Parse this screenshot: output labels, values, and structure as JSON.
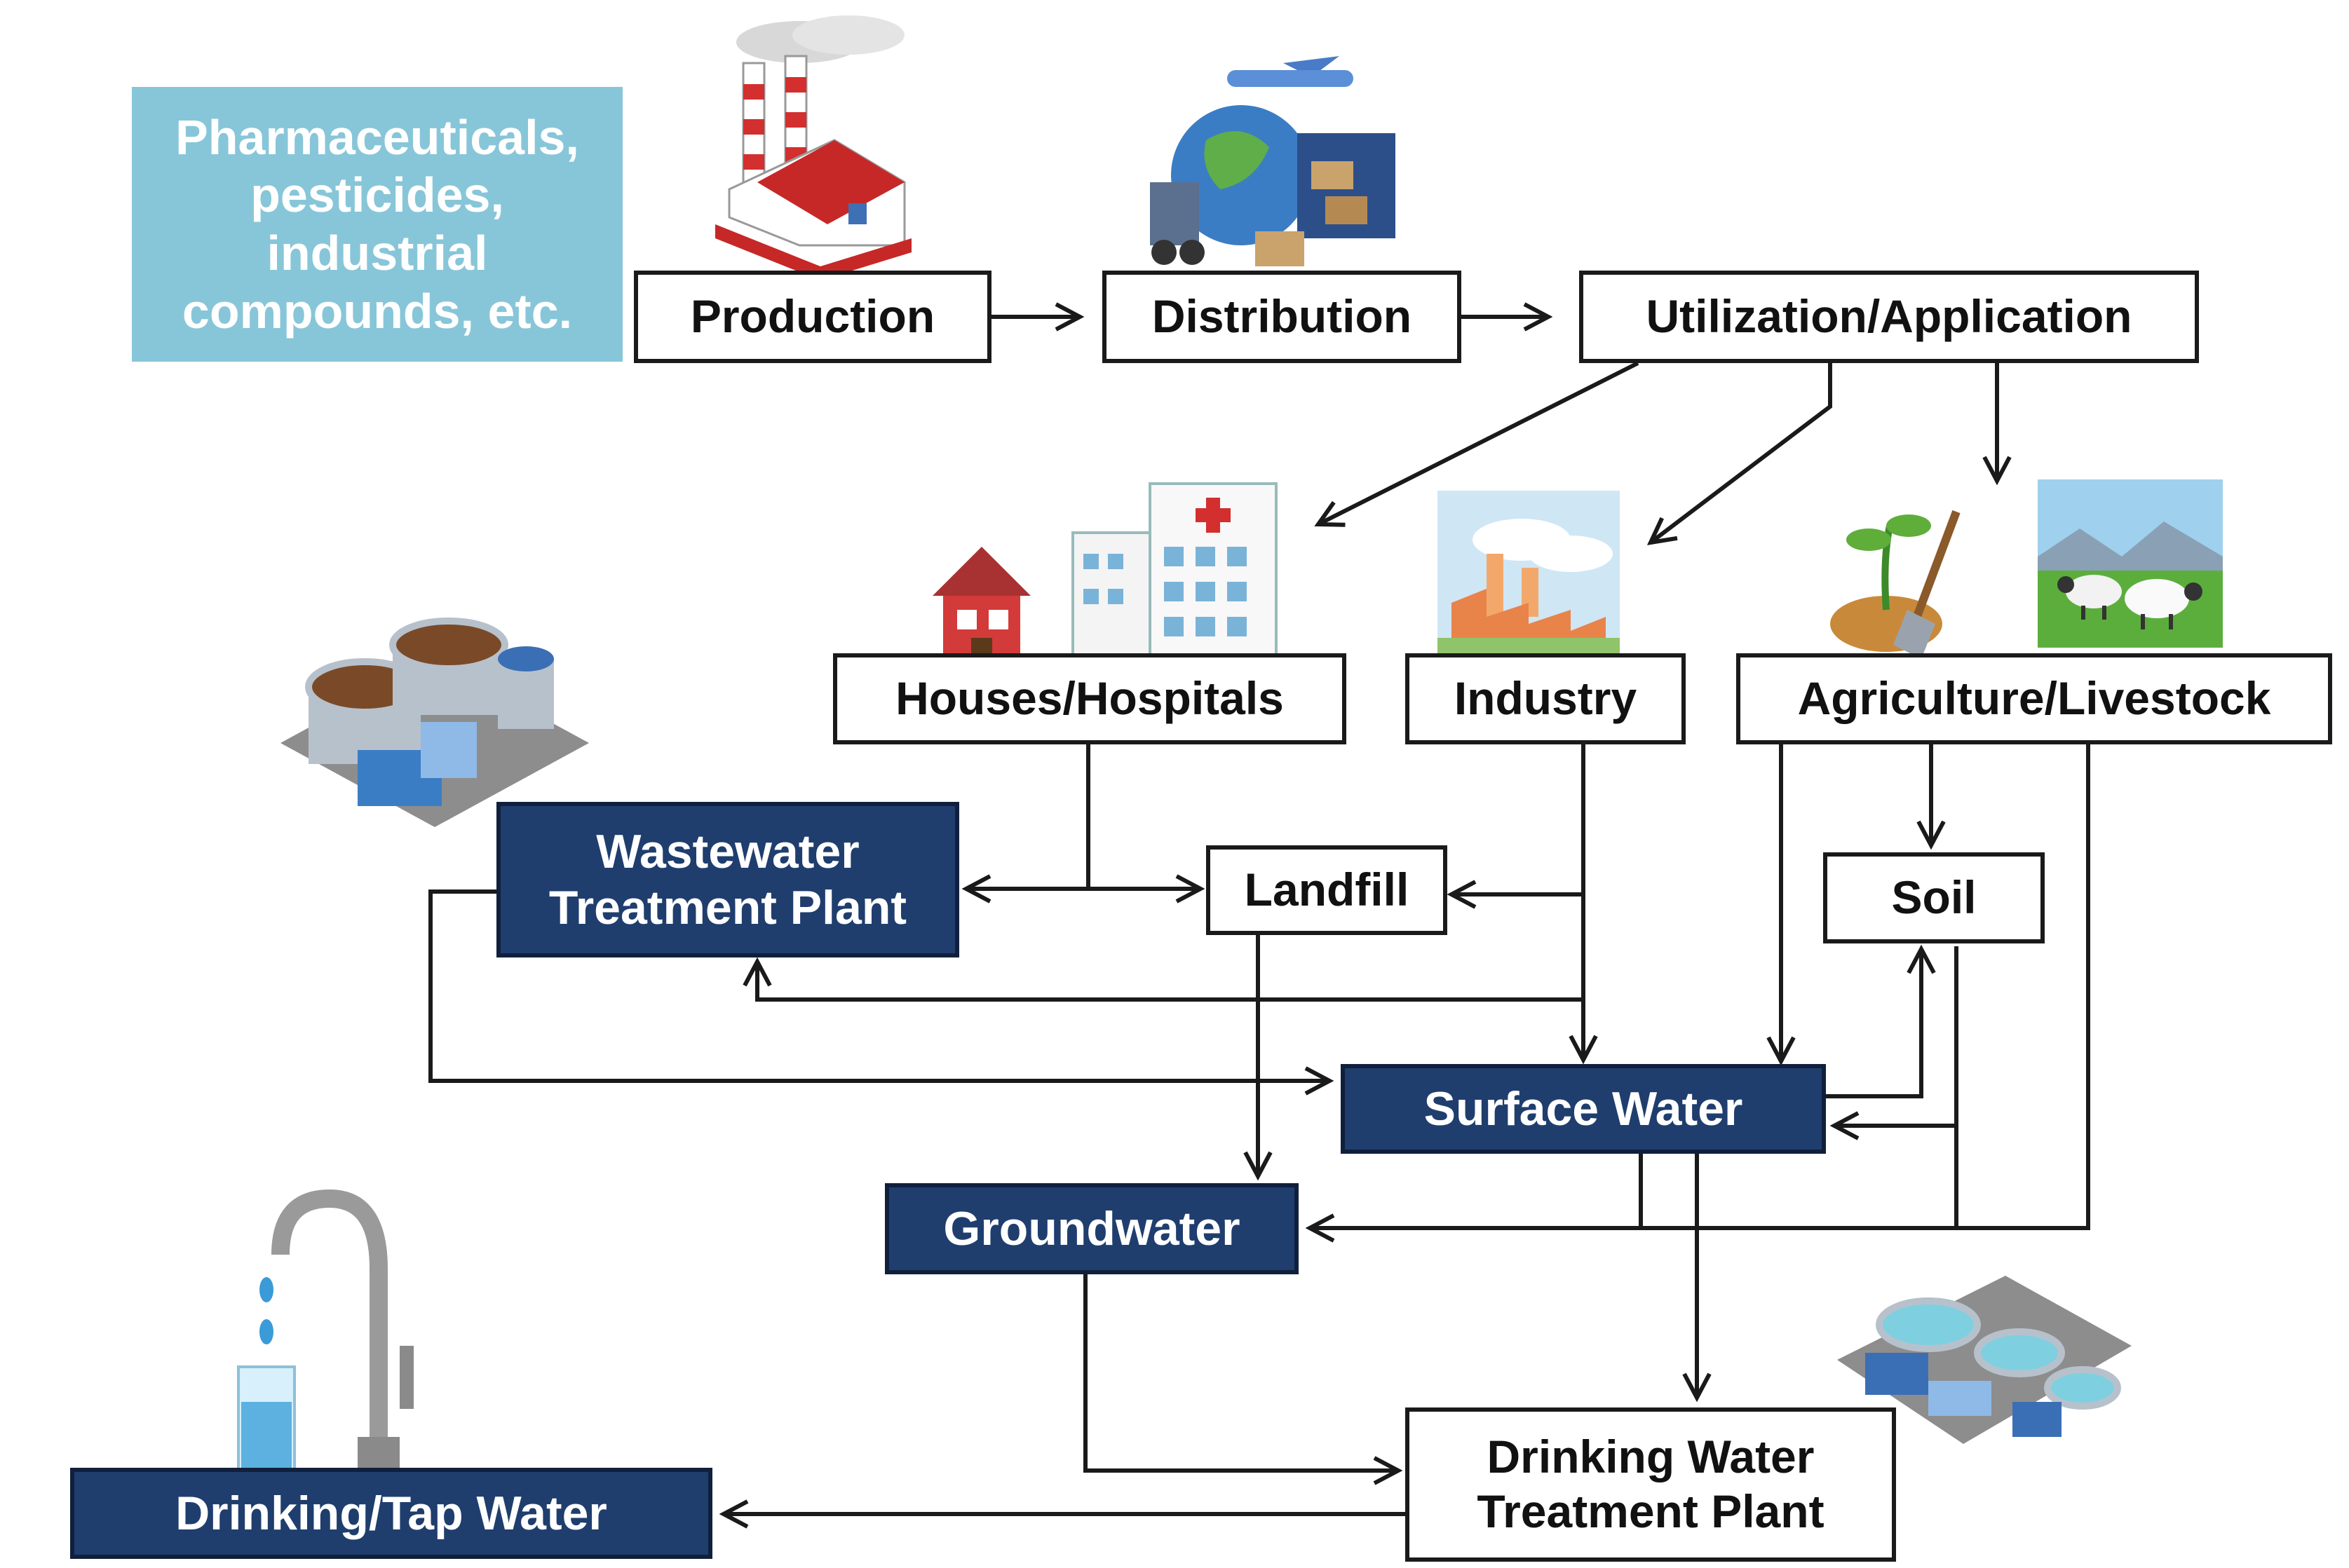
{
  "sources_label": "Pharmaceuticals,\npesticides,\nindustrial\ncompounds, etc.",
  "steps": {
    "production": "Production",
    "distribution": "Distribution",
    "utilization": "Utilization/Application"
  },
  "users": {
    "houses": "Houses/Hospitals",
    "industry": "Industry",
    "agriculture": "Agriculture/Livestock"
  },
  "sinks": {
    "wwtp": "Wastewater\nTreatment Plant",
    "landfill": "Landfill",
    "soil": "Soil",
    "surface_water": "Surface Water",
    "groundwater": "Groundwater",
    "dwtp": "Drinking Water\nTreatment Plant",
    "tap_water": "Drinking/Tap Water"
  },
  "colors": {
    "navy_box": "#1f3e6e",
    "teal_box": "#87c6d8",
    "line": "#1a1a1a"
  },
  "icons": [
    "factory-icon",
    "logistics-icon",
    "house-icon",
    "hospital-icon",
    "industry-icon",
    "plant-shovel-icon",
    "sheep-pasture-icon",
    "wastewater-plant-icon",
    "water-treatment-plant-icon",
    "faucet-icon"
  ]
}
